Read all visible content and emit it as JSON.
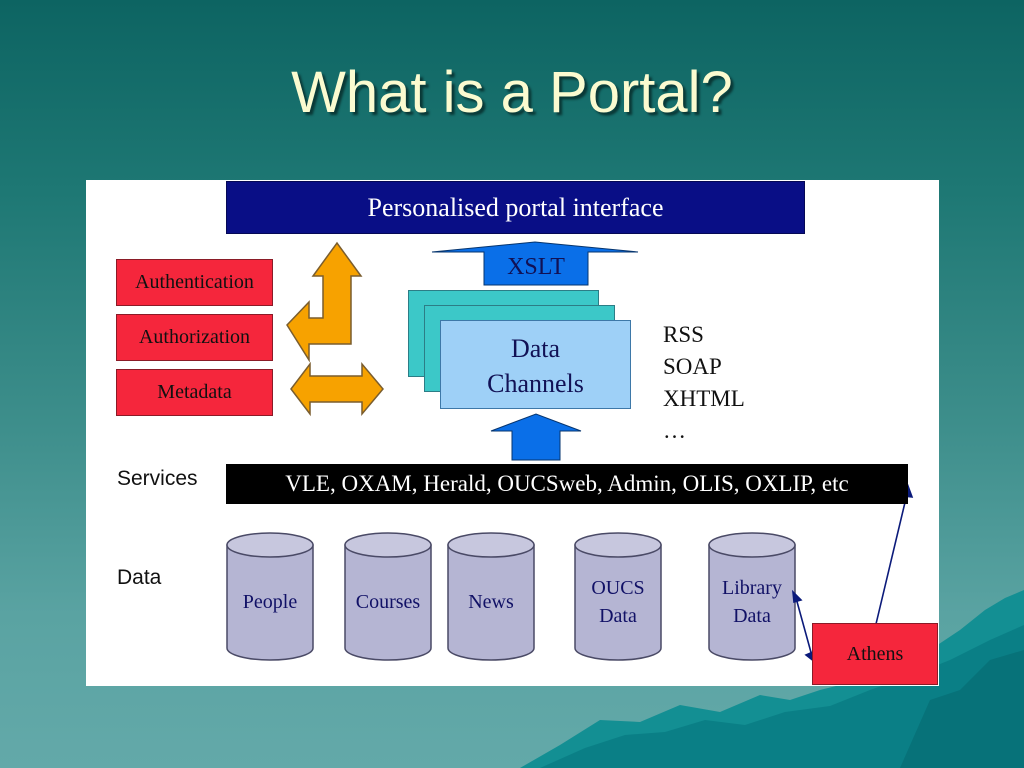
{
  "slide": {
    "title": "What is a Portal?"
  },
  "diagram": {
    "portal_interface": "Personalised portal interface",
    "xslt": "XSLT",
    "channel_line1": "Data",
    "channel_line2": "Channels",
    "left_boxes": [
      "Authentication",
      "Authorization",
      "Metadata"
    ],
    "formats": [
      "RSS",
      "SOAP",
      "XHTML",
      "…"
    ],
    "services_label": "Services",
    "services_text": "VLE, OXAM, Herald, OUCSweb, Admin, OLIS, OXLIP, etc",
    "data_label": "Data",
    "data_stores": [
      {
        "line1": "People",
        "line2": ""
      },
      {
        "line1": "Courses",
        "line2": ""
      },
      {
        "line1": "News",
        "line2": ""
      },
      {
        "line1": "OUCS",
        "line2": "Data"
      },
      {
        "line1": "Library",
        "line2": "Data"
      }
    ],
    "athens": "Athens"
  },
  "colors": {
    "red_box": "#f5263c",
    "portal_bar": "#090e86",
    "arrow_orange": "#f7a200",
    "arrow_blue": "#0a6fe8",
    "channel_front": "#9ed0f7",
    "channel_back": "#3cc8c8",
    "cylinder": "#b5b5d3"
  }
}
